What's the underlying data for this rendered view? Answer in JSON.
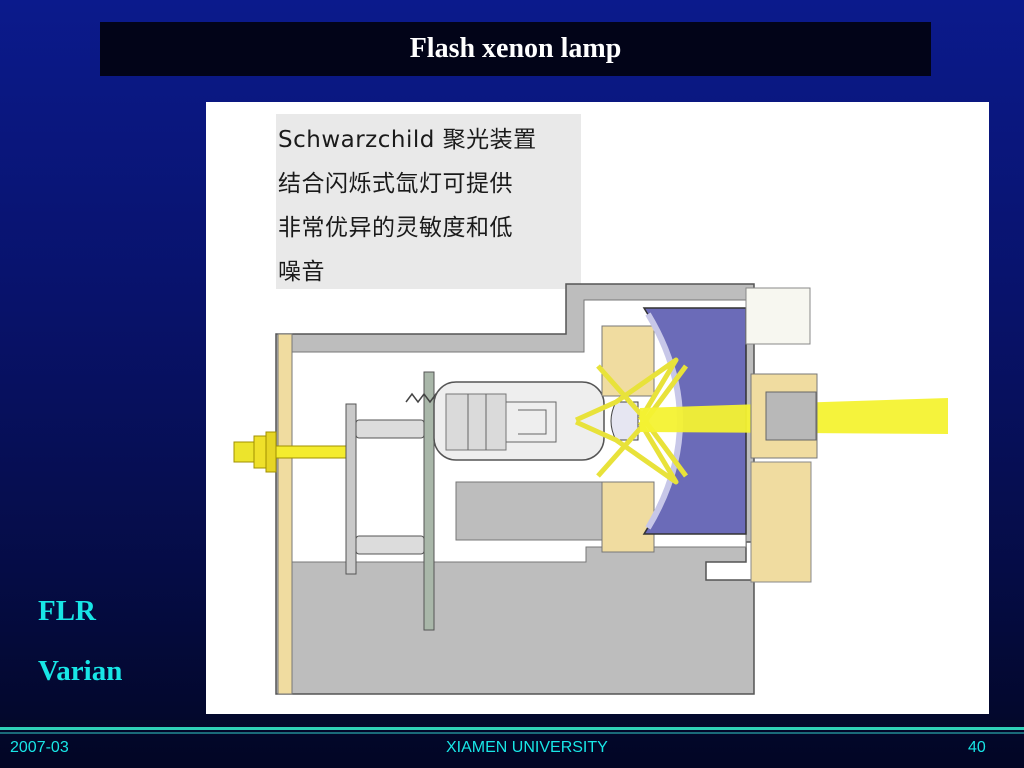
{
  "slide": {
    "title": "Flash xenon lamp",
    "side_labels": [
      "FLR",
      "Varian"
    ],
    "footer": {
      "left": "2007-03",
      "center": "XIAMEN UNIVERSITY",
      "right": "40"
    }
  },
  "figure": {
    "caption_lines": [
      "Schwarzchild 聚光装置",
      "结合闪烁式氙灯可提供",
      "非常优异的灵敏度和低",
      "噪音"
    ]
  },
  "colors": {
    "background_top": "#0b1a8c",
    "background_bottom": "#020624",
    "title_bar": "#020418",
    "label_cyan": "#18e6e6",
    "footer_line": "#2fd0b8",
    "housing_gray": "#bdbdbd",
    "mirror_blue": "#6b6bb8",
    "beam_yellow": "#f4f232",
    "support_tan": "#f0dca0"
  }
}
